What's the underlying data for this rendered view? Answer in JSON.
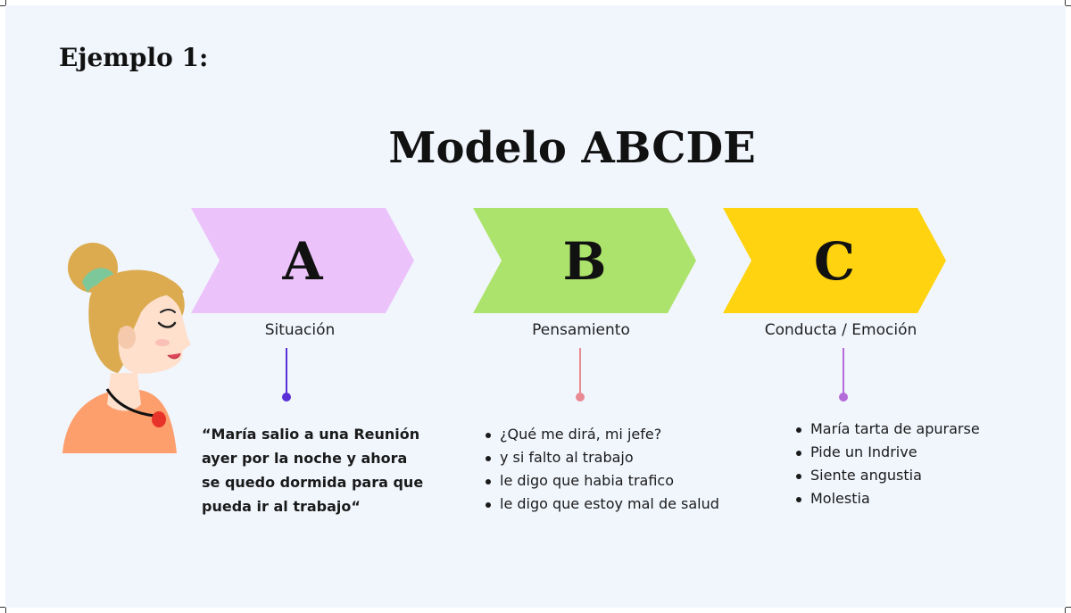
{
  "heading": "Ejemplo 1:",
  "title": "Modelo ABCDE",
  "stages": [
    {
      "letter": "A",
      "label": "Situación",
      "color": "#ecc2fb",
      "stem_color": "#5b2fd6",
      "quote_lines": [
        "“María salio a una Reunión",
        "ayer por la noche  y ahora",
        "se quedo dormida para que",
        "pueda ir al trabajo“"
      ]
    },
    {
      "letter": "B",
      "label": "Pensamiento",
      "color": "#ace36c",
      "stem_color": "#e98a93",
      "items": [
        "¿Qué me dirá, mi jefe?",
        "y si falto al trabajo",
        "le digo que habia trafico",
        "le digo que estoy mal de salud"
      ]
    },
    {
      "letter": "C",
      "label": "Conducta / Emoción",
      "color": "#ffd30f",
      "stem_color": "#b56ad9",
      "items": [
        "María tarta de apurarse",
        "Pide un Indrive",
        "Siente angustia",
        "Molestia"
      ]
    }
  ],
  "avatar": {
    "icon": "woman-profile-icon",
    "hair_color": "#dcab4f",
    "shirt_color": "#fd9e6d",
    "skin_color": "#fee0cd"
  }
}
